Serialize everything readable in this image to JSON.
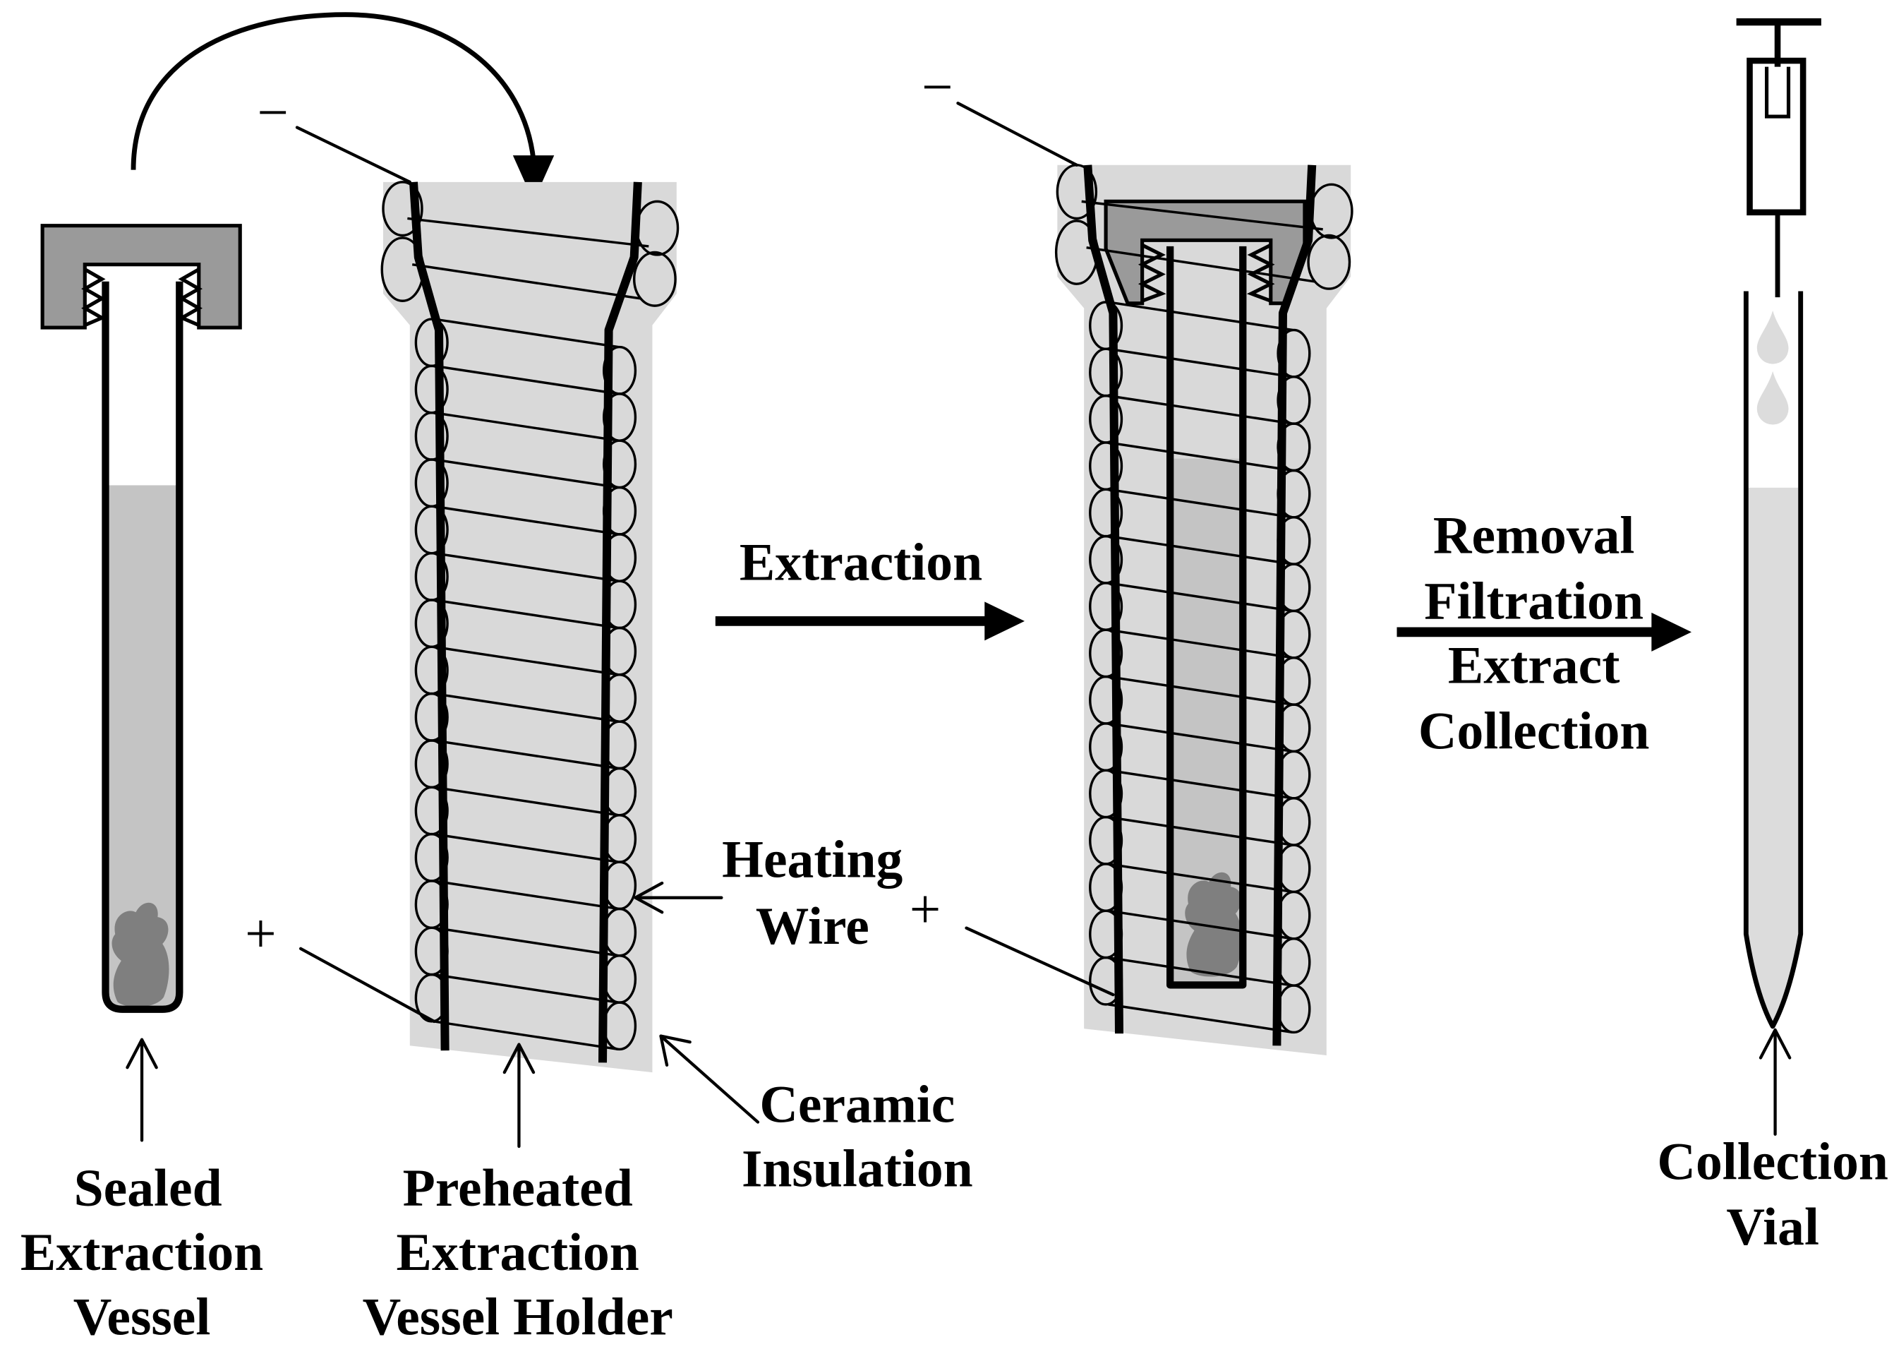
{
  "diagram": {
    "sealed_vessel_label": [
      "Sealed",
      "Extraction",
      "Vessel"
    ],
    "holder_label": [
      "Preheated",
      "Extraction",
      "Vessel Holder"
    ],
    "insulation_label": [
      "Ceramic",
      "Insulation"
    ],
    "heating_wire_label": [
      "Heating",
      "Wire"
    ],
    "step_extraction": "Extraction",
    "step_removal": [
      "Removal",
      "Filtration",
      "Extract",
      "Collection"
    ],
    "vial_label": [
      "Collection",
      "Vial"
    ],
    "minus_sign": "−",
    "plus_sign": "+"
  },
  "colors": {
    "background": "#ffffff",
    "ink": "#000000",
    "insulation": "#d9d9d9",
    "cap": "#9a9a9a",
    "liquid": "#c4c4c4",
    "sample": "#7f7f7f",
    "extract": "#dcdcdc"
  }
}
